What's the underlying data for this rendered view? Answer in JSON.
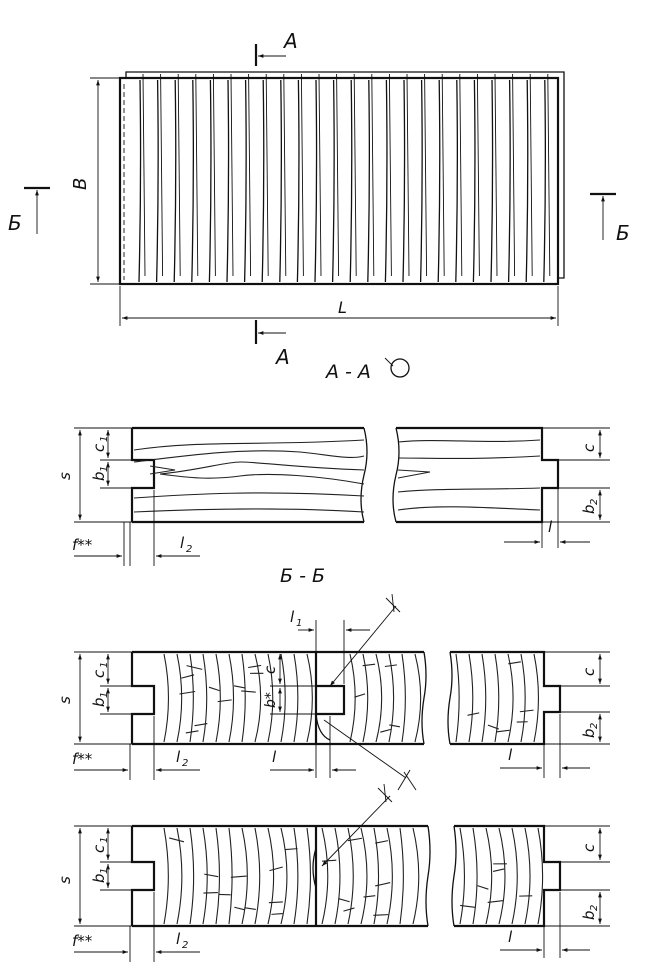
{
  "plan": {
    "length_label": "L",
    "width_label": "B",
    "section_a_label": "A",
    "section_b_label": "Б"
  },
  "section_aa": {
    "title": "A - A",
    "dims": {
      "c1": "c",
      "c1_sub": "1",
      "b1": "b",
      "b1_sub": "1",
      "s": "s",
      "f": "f**",
      "l2": "l",
      "l2_sub": "2",
      "c": "c",
      "b2": "b",
      "b2_sub": "2",
      "l": "l"
    }
  },
  "section_bb": {
    "title": "Б - Б",
    "dims": {
      "c1": "c",
      "c1_sub": "1",
      "b1": "b",
      "b1_sub": "1",
      "s": "s",
      "f": "f**",
      "l2": "l",
      "l2_sub": "2",
      "l1": "l",
      "l1_sub": "1",
      "c_mid": "c",
      "b_star": "b*",
      "l_mid": "l",
      "c": "c",
      "b2": "b",
      "b2_sub": "2",
      "l": "l"
    }
  },
  "section_bb2": {
    "dims": {
      "c1": "c",
      "c1_sub": "1",
      "b1": "b",
      "b1_sub": "1",
      "s": "s",
      "f": "f**",
      "l2": "l",
      "l2_sub": "2",
      "c": "c",
      "b2": "b",
      "b2_sub": "2",
      "l": "l"
    }
  },
  "colors": {
    "ink": "#111111",
    "paper": "#ffffff"
  }
}
